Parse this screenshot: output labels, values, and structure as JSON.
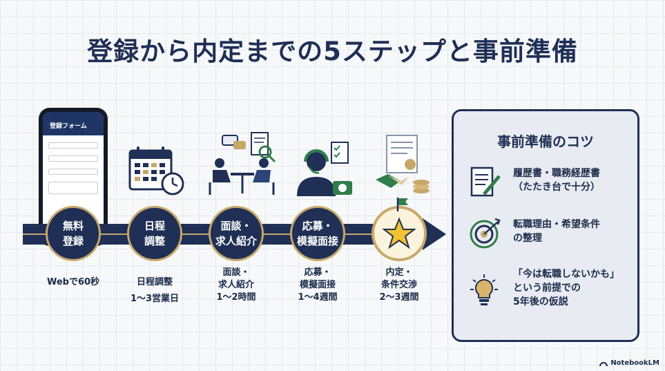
{
  "title": "登録から内定までの5ステップと事前準備",
  "phone": {
    "header": "登録フォーム"
  },
  "steps": [
    {
      "node_lines": [
        "無料",
        "登録"
      ],
      "caption_lines": [
        "Webで60秒"
      ]
    },
    {
      "node_lines": [
        "日程",
        "調整"
      ],
      "caption_lines": [
        "日程調整",
        "1〜3営業日"
      ]
    },
    {
      "node_lines": [
        "面談・",
        "求人紹介"
      ],
      "caption_lines": [
        "面談・",
        "求人紹介",
        "1〜2時間"
      ]
    },
    {
      "node_lines": [
        "応募・",
        "模擬面接"
      ],
      "caption_lines": [
        "応募・",
        "模擬面接",
        "1〜4週間"
      ]
    },
    {
      "node_lines": [],
      "caption_lines": [
        "内定・",
        "条件交渉",
        "2〜3週間"
      ]
    }
  ],
  "tips": {
    "title": "事前準備のコツ",
    "items": [
      {
        "icon": "document-pen-icon",
        "lines": [
          "履歴書・職務経歴書",
          "（たたき台で十分）"
        ]
      },
      {
        "icon": "target-icon",
        "lines": [
          "転職理由・希望条件",
          "の整理"
        ]
      },
      {
        "icon": "lightbulb-icon",
        "lines": [
          "「今は転職しないかも」",
          "という前提での",
          "5年後の仮説"
        ]
      }
    ]
  },
  "badge": "NotebookLM",
  "colors": {
    "navy": "#1f2f55",
    "gold": "#c7a86a",
    "green": "#2f7d4a",
    "panel": "#e8ebf1"
  }
}
